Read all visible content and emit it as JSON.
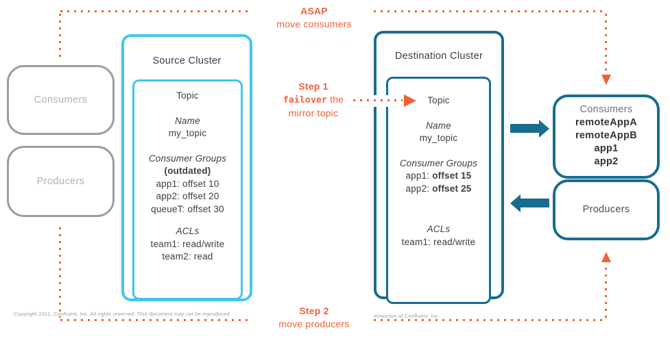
{
  "colors": {
    "cyan_border": "#41c6ee",
    "teal_border": "#186d8f",
    "orange_accent": "#f0603d",
    "gray_border": "#9d9d9d",
    "gray_label": "#b1b1b1",
    "dark_text": "#3d3d3d"
  },
  "annotations": {
    "asap": {
      "line1": "ASAP",
      "line2": "move consumers"
    },
    "step1": {
      "line1": "Step 1",
      "code": "failover",
      "after_code": " the",
      "line3": "mirror topic"
    },
    "step2": {
      "line1": "Step 2",
      "line2": "move producers"
    }
  },
  "left": {
    "consumers": "Consumers",
    "producers": "Producers"
  },
  "source_cluster": {
    "title": "Source Cluster",
    "topic": {
      "title": "Topic",
      "name_label": "Name",
      "name_value": "my_topic",
      "groups_label": "Consumer Groups",
      "groups_note": "(outdated)",
      "groups": [
        "app1: offset 10",
        "app2: offset 20",
        "queueT: offset 30"
      ],
      "acls_label": "ACLs",
      "acls": [
        "team1: read/write",
        "team2: read"
      ]
    }
  },
  "destination_cluster": {
    "title": "Destination Cluster",
    "topic": {
      "title": "Topic",
      "name_label": "Name",
      "name_value": "my_topic",
      "groups_label": "Consumer Groups",
      "groups": [
        {
          "prefix": "app1: ",
          "bold": "offset 15"
        },
        {
          "prefix": "app2: ",
          "bold": "offset 25"
        }
      ],
      "acls_label": "ACLs",
      "acls": [
        "team1: read/write"
      ]
    }
  },
  "right": {
    "consumers_title": "Consumers",
    "consumer_apps": [
      "remoteAppA",
      "remoteAppB",
      "app1",
      "app2"
    ],
    "producers": "Producers"
  },
  "footer": {
    "left": "Copyright 2021, Confluent, Inc. All rights reserved. This document may not be reproduced",
    "right": "ermission of Confluent, Inc."
  }
}
